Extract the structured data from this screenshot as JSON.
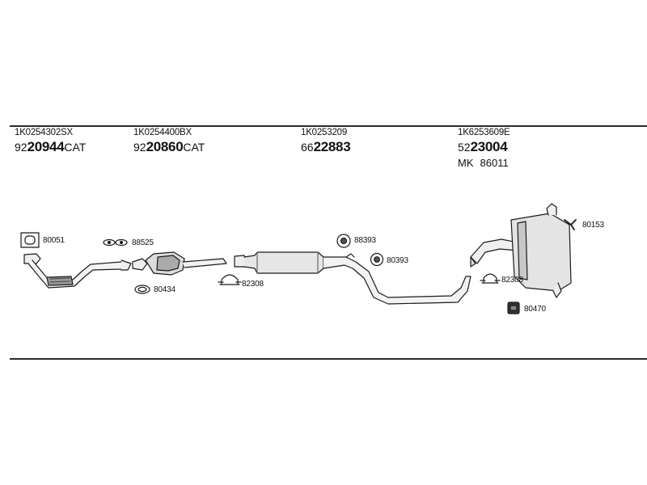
{
  "headers": [
    {
      "part_number": "1K0254302SX",
      "prefix": "92",
      "code": "20944",
      "suffix": "CAT"
    },
    {
      "part_number": "1K0254400BX",
      "prefix": "92",
      "code": "20860",
      "suffix": "CAT"
    },
    {
      "part_number": "1K0253209",
      "prefix": "66",
      "code": "22883",
      "suffix": ""
    },
    {
      "part_number": "1K6253609E",
      "prefix": "52",
      "code": "23004",
      "suffix": "",
      "mk_label": "MK",
      "mk_code": "86011"
    }
  ],
  "labels": {
    "gasket_front": "80051",
    "gasket_pair": "88525",
    "ring_gasket": "80434",
    "clamp_mid": "82308",
    "ring_upper": "88393",
    "ring_lower": "80393",
    "clamp_rear": "82308",
    "hanger_rear": "80153",
    "rubber_mount": "80470"
  }
}
